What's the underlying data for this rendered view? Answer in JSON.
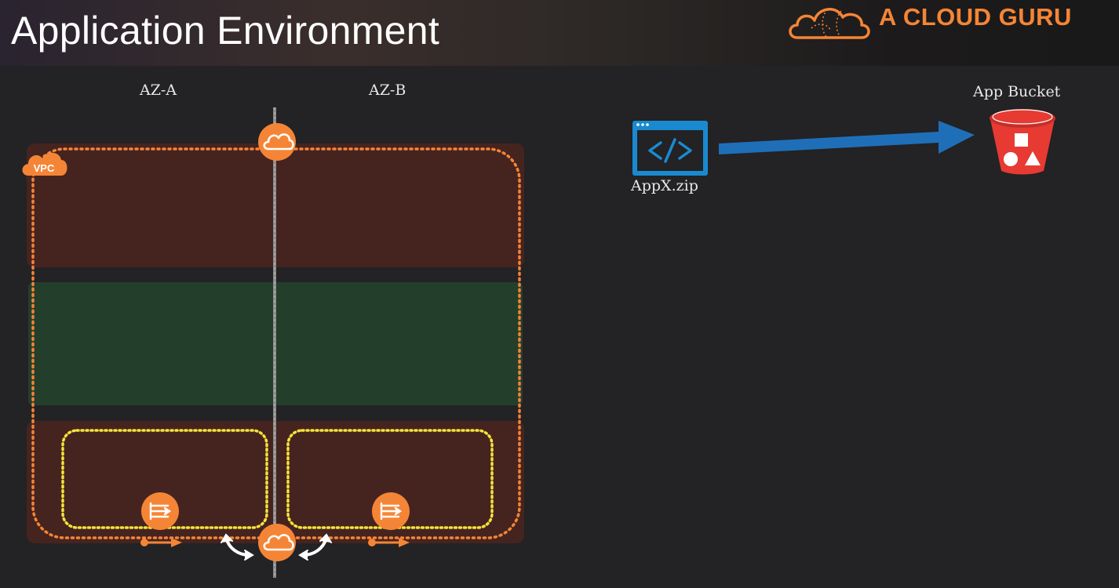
{
  "header": {
    "title": "Application Environment",
    "brand": "A CLOUD GURU"
  },
  "diagram": {
    "az_a_label": "AZ-A",
    "az_b_label": "AZ-B",
    "vpc_label": "VPC",
    "artifact_label": "AppX.zip",
    "bucket_label": "App Bucket"
  },
  "colors": {
    "accent_orange": "#f58536",
    "public_subnet": "#452420",
    "private_subnet": "#233f2c",
    "subnet_outline_yellow": "#f5e23a",
    "code_blue": "#1a8ad0",
    "arrow_blue": "#1f6fb8",
    "bucket_red": "#e63a33"
  },
  "icons": {
    "logo": "cloud-guru-logo-icon",
    "internet_gateway": "cloud-icon",
    "vpc": "vpc-cloud-icon",
    "nat": "nat-gateway-icon",
    "code": "code-window-icon",
    "bucket": "s3-bucket-icon"
  }
}
